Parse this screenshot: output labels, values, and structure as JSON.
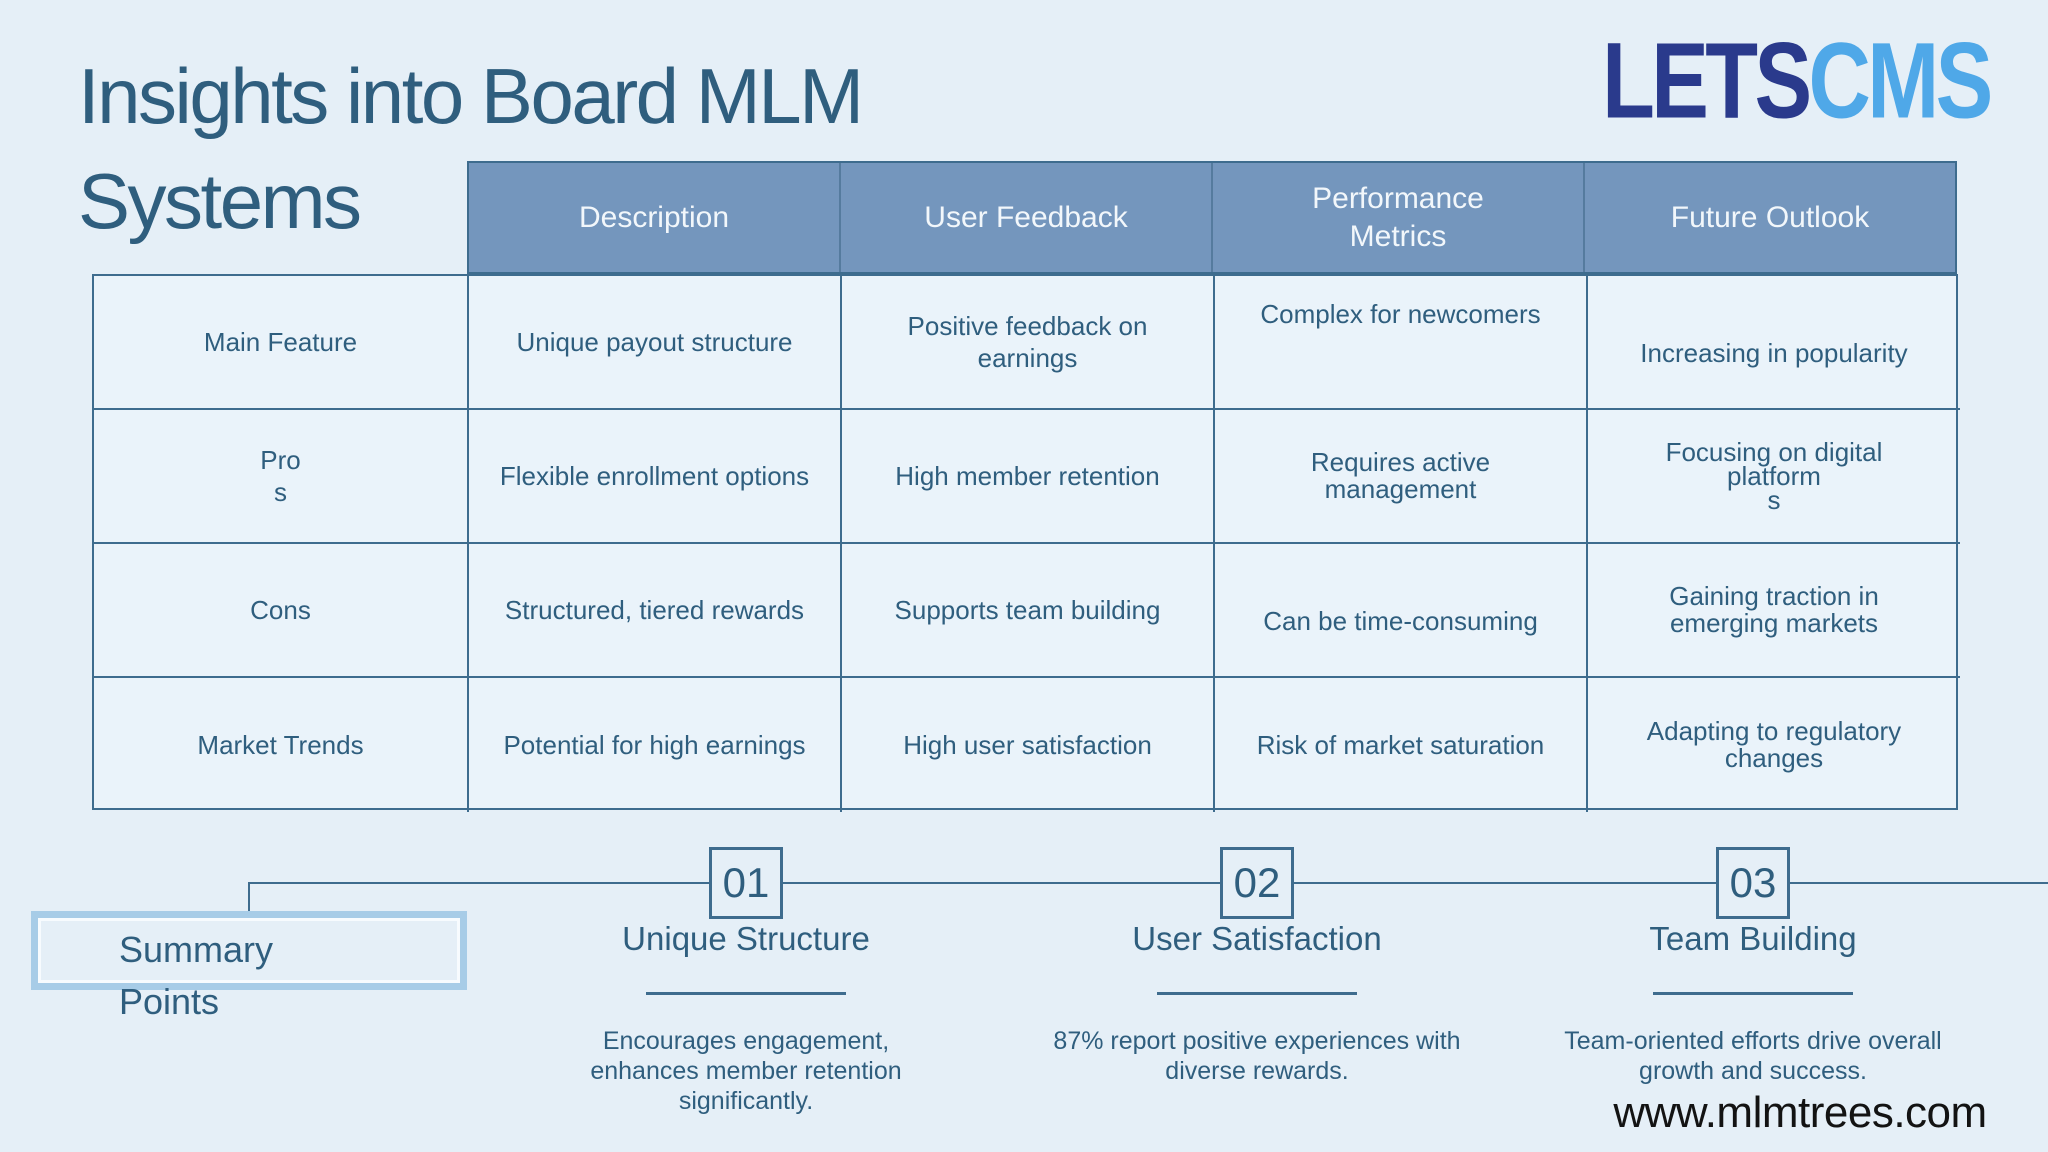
{
  "header": {
    "title": "Insights into Board MLM\nSystems"
  },
  "logo": {
    "part1": "LETS",
    "part2": "CMS"
  },
  "table": {
    "column_headers": [
      "Description",
      "User Feedback",
      "Performance\nMetrics",
      "Future Outlook"
    ],
    "rows": [
      {
        "label": "Main Feature",
        "cells": [
          "Unique payout structure",
          "Positive feedback on\nearnings",
          "Complex for newcomers",
          "Increasing in popularity"
        ]
      },
      {
        "label": "Pro\ns",
        "cells": [
          "Flexible enrollment options",
          "High member retention",
          "Requires active\nmanagement",
          "Focusing on digital\nplatform\ns"
        ]
      },
      {
        "label": "Cons",
        "cells": [
          "Structured, tiered rewards",
          "Supports team building",
          "Can be time-consuming",
          "Gaining traction in\nemerging markets"
        ]
      },
      {
        "label": "Market Trends",
        "cells": [
          "Potential for high earnings",
          "High user satisfaction",
          "Risk of market saturation",
          "Adapting to regulatory\nchanges"
        ]
      }
    ]
  },
  "summary": {
    "label": "Summary\nPoints"
  },
  "points": [
    {
      "number": "01",
      "title": "Unique Structure",
      "description": "Encourages engagement,\nenhances member retention\nsignificantly."
    },
    {
      "number": "02",
      "title": "User Satisfaction",
      "description": "87% report positive experiences with\ndiverse rewards."
    },
    {
      "number": "03",
      "title": "Team Building",
      "description": "Team-oriented efforts drive overall\ngrowth and success."
    }
  ],
  "footer": {
    "website": "www.mlmtrees.com"
  },
  "colors": {
    "background": "#E5EFF7",
    "table_header_bg": "#7496BD",
    "table_header_text": "#F2F7FB",
    "border": "#3E6C8E",
    "body_text": "#2F5E7E",
    "summary_box_border": "#A7CCE7",
    "logo_dark": "#2A3A8C",
    "logo_light": "#4FA8E8",
    "website_text": "#131313"
  }
}
